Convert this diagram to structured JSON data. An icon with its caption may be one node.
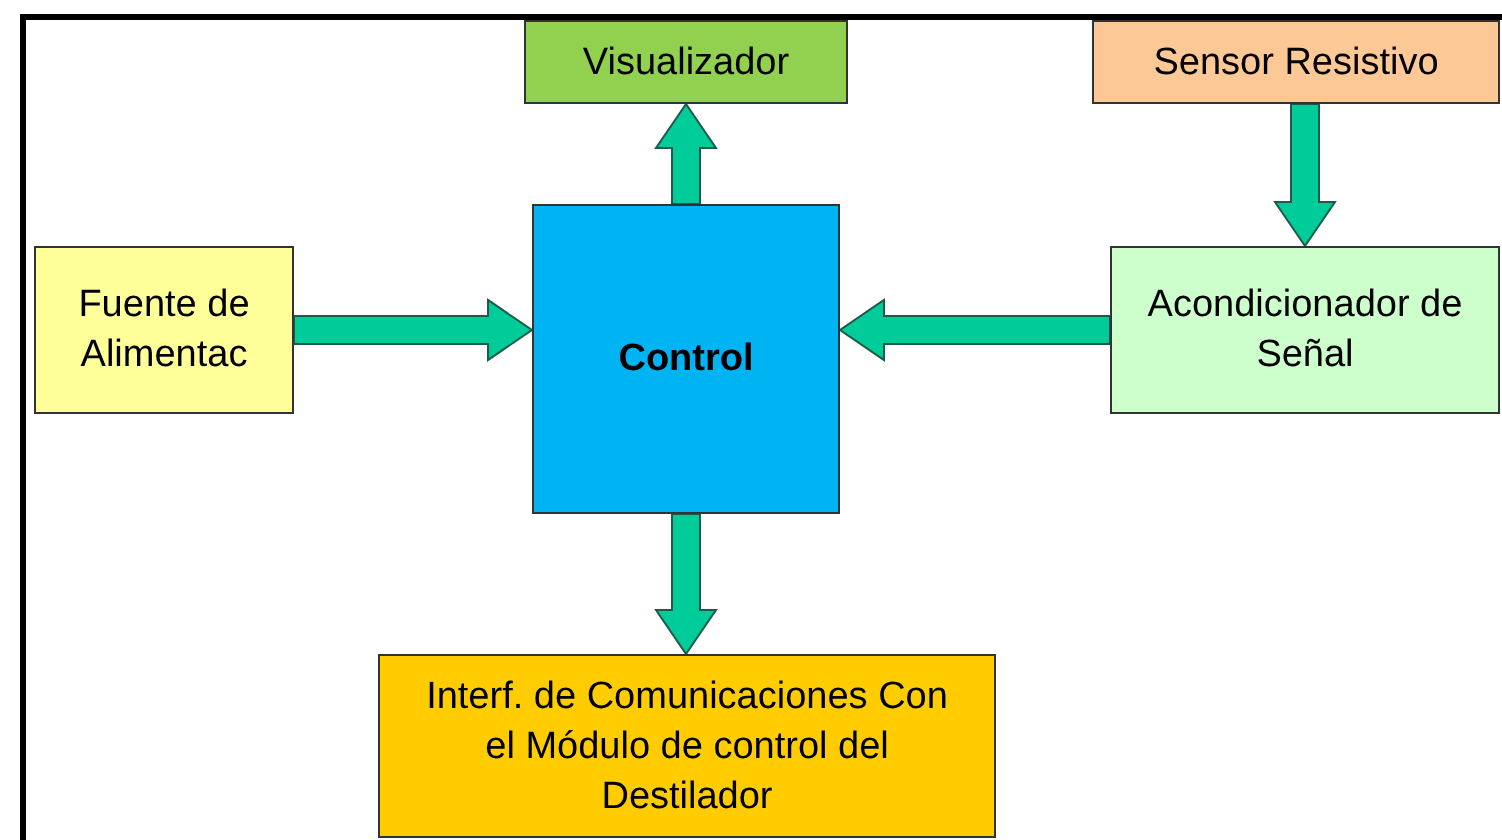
{
  "diagram": {
    "nodes": [
      {
        "text": [
          "Visualizador"
        ]
      },
      {
        "text": [
          "Sensor Resistivo"
        ]
      },
      {
        "text": [
          "Fuente de Alimentac"
        ]
      },
      {
        "text": [
          "Control"
        ]
      },
      {
        "text": [
          "Acondicionador de Señal"
        ]
      },
      {
        "text": [
          "Interf. de Comunicaciones Con el Módulo de control del Destilador"
        ]
      }
    ],
    "edges": [
      {
        "from": 3,
        "to": 0,
        "arrow": "to"
      },
      {
        "from": 1,
        "to": 4,
        "arrow": "to"
      },
      {
        "from": 2,
        "to": 3,
        "arrow": "to"
      },
      {
        "from": 4,
        "to": 3,
        "arrow": "to"
      },
      {
        "from": 3,
        "to": 5,
        "arrow": "to"
      }
    ]
  }
}
